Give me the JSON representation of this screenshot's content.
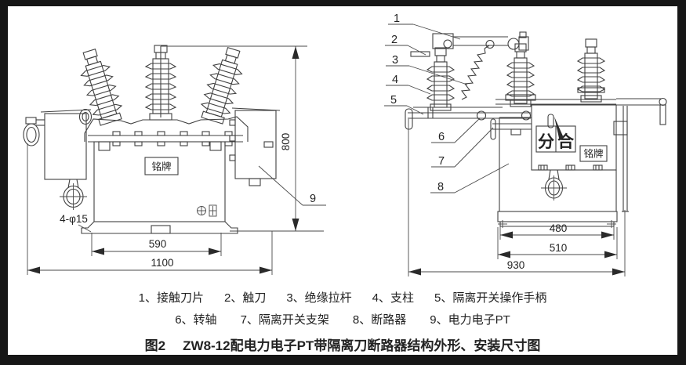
{
  "palette": {
    "border": "#161616",
    "paper": "#ffffff",
    "line": "#404040",
    "text": "#232323"
  },
  "front_view": {
    "nameplate_label": "铭牌",
    "holes_label": "4-φ15",
    "dim_base_width": "590",
    "dim_total_width": "1100",
    "dim_height": "800",
    "callout_pt": "9"
  },
  "side_view": {
    "callouts": [
      "1",
      "2",
      "3",
      "4",
      "5",
      "6",
      "7",
      "8"
    ],
    "indicator_open": "分",
    "indicator_close": "合",
    "nameplate_label": "铭牌",
    "dim_inner_width": "480",
    "dim_mid_width": "510",
    "dim_total_width": "930"
  },
  "legend": {
    "items": [
      "1、接触刀片",
      "2、触刀",
      "3、绝缘拉杆",
      "4、支柱",
      "5、隔离开关操作手柄",
      "6、转轴",
      "7、隔离开关支架",
      "8、断路器",
      "9、电力电子PT"
    ]
  },
  "caption": {
    "figure_no": "图2",
    "title": "ZW8-12配电力电子PT带隔离刀断路器结构外形、安装尺寸图"
  }
}
